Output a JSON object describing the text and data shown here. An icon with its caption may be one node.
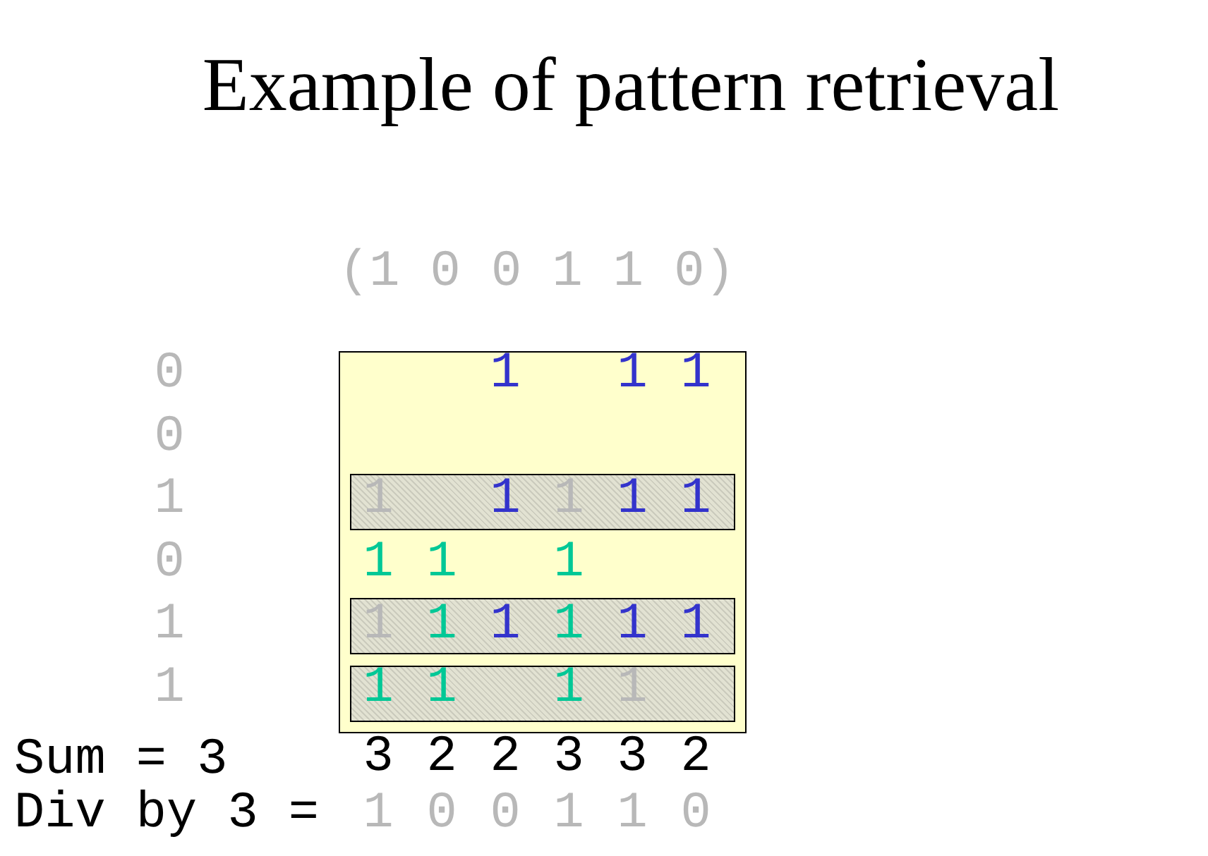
{
  "diagram": {
    "title": "Example of pattern retrieval",
    "nodes": [
      {
        "text": [],
        "shape": "box"
      },
      {
        "text": [
          "1",
          "1",
          "1",
          "1",
          "1"
        ],
        "in": 0
      },
      {
        "text": [
          "1",
          "1",
          "1",
          "1",
          "1",
          "1"
        ],
        "in": 0
      },
      {
        "text": [
          "1",
          "1",
          "1",
          "1"
        ],
        "in": 0
      }
    ],
    "edges": [],
    "labels": [
      "(1 0 0 1 1 0)",
      "0",
      "1",
      "1",
      "1",
      "0",
      "1",
      "0",
      "1",
      "1",
      "1",
      "1",
      "1",
      "Sum = 3",
      "3",
      "2",
      "2",
      "3",
      "3",
      "2",
      "Div by 3 =",
      "1",
      "0",
      "0",
      "1",
      "1",
      "0"
    ]
  }
}
